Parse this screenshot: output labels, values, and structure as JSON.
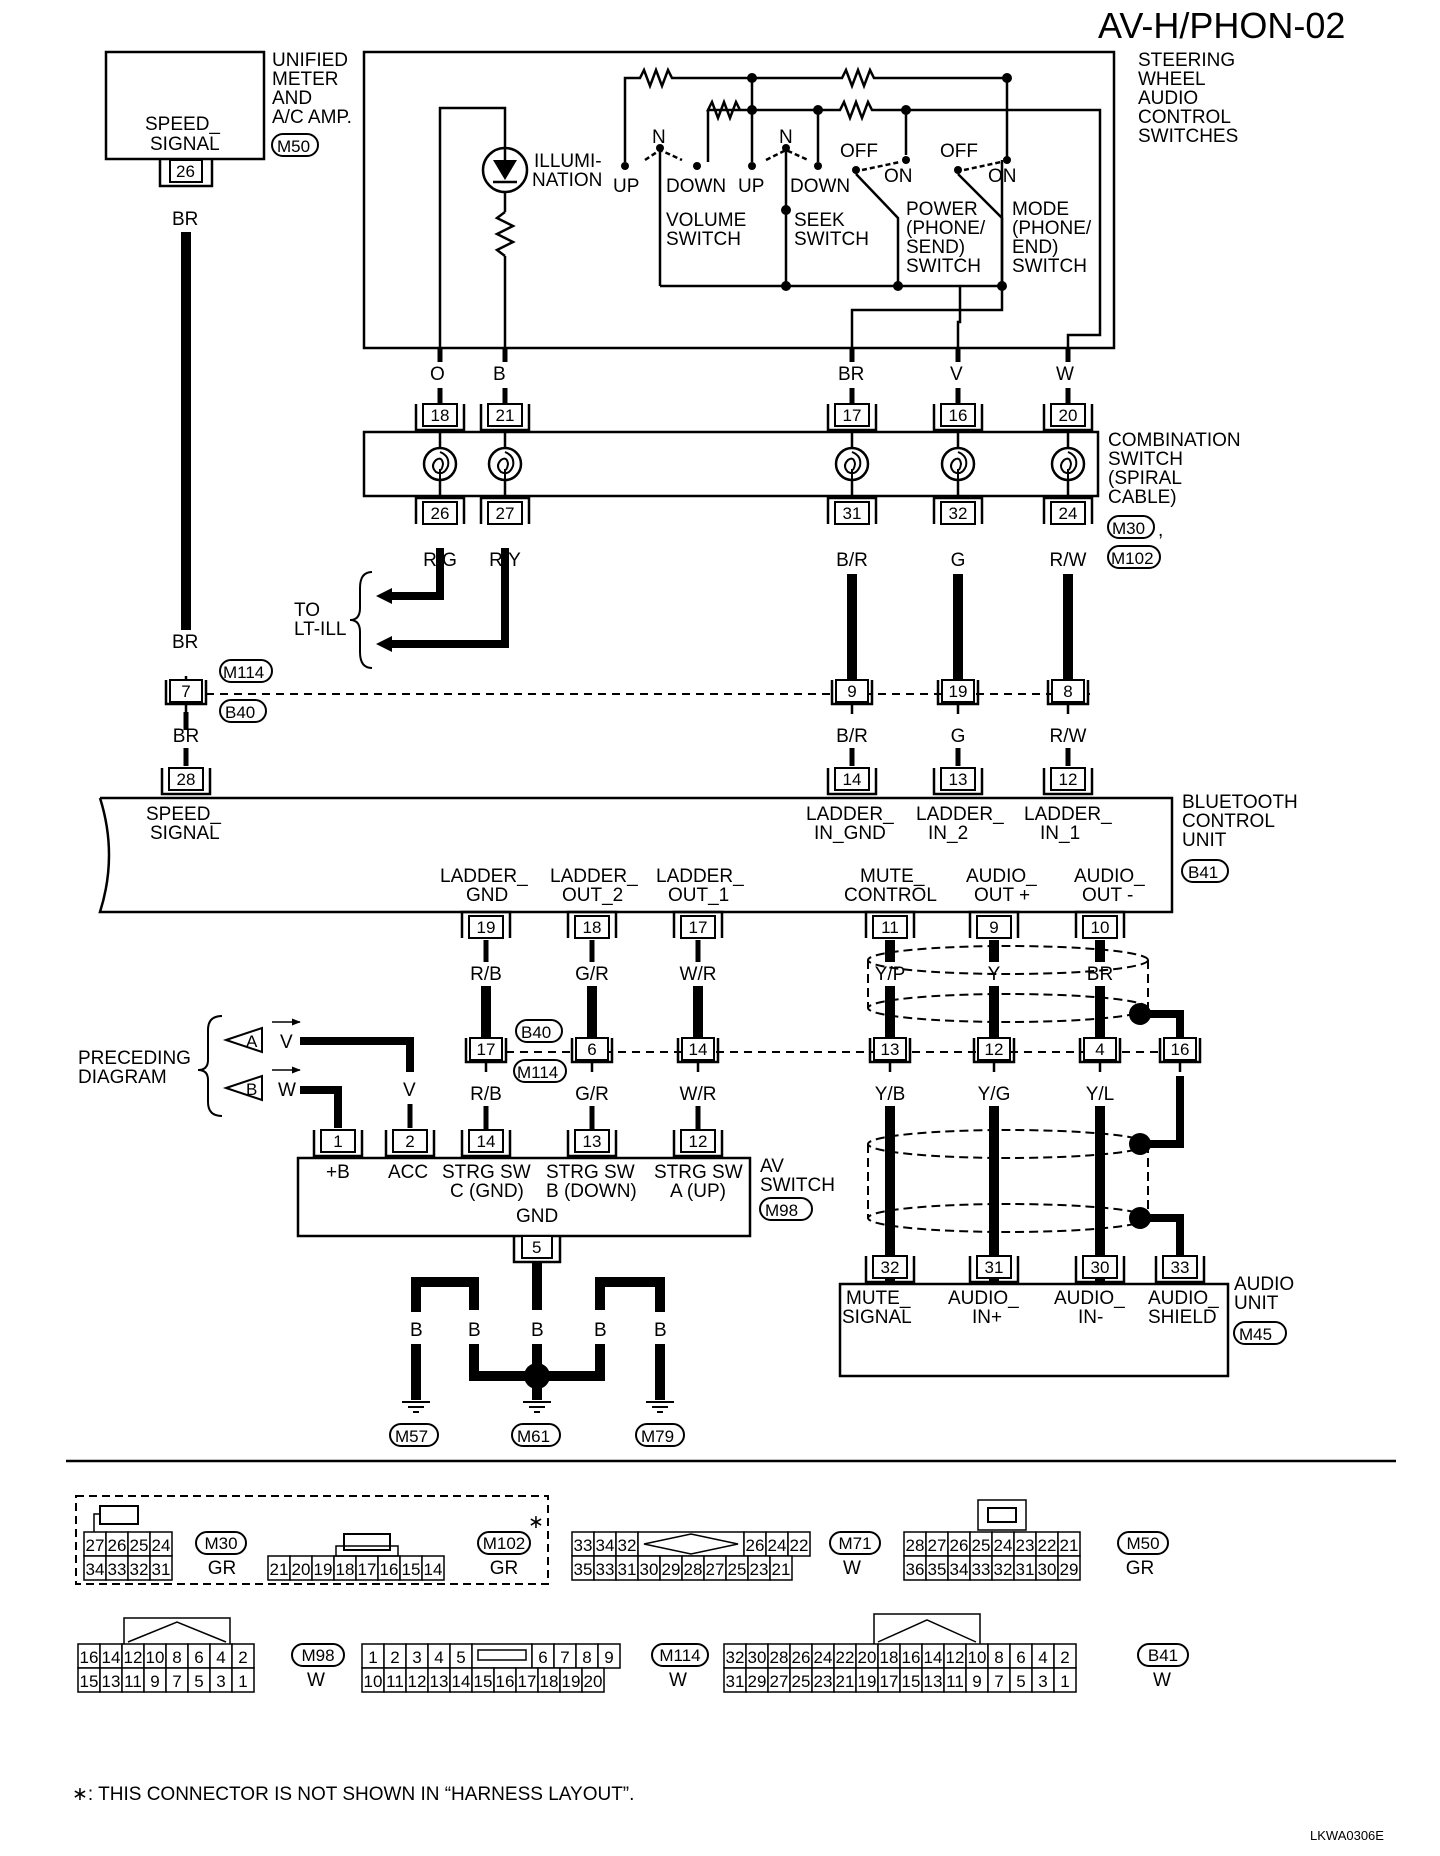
{
  "title": "AV-H/PHON-02",
  "footnote": "∗: THIS CONNECTOR IS NOT SHOWN IN “HARNESS LAYOUT”.",
  "code": "LKWA0306E",
  "meter": {
    "label_l1": "SPEED_",
    "label_l2": "SIGNAL",
    "pin": "26",
    "name_l1": "UNIFIED",
    "name_l2": "METER",
    "name_l3": "AND",
    "name_l4": "A/C AMP.",
    "conn": "M50",
    "wire": "BR"
  },
  "steering": {
    "name_l1": "STEERING",
    "name_l2": "WHEEL",
    "name_l3": "AUDIO",
    "name_l4": "CONTROL",
    "name_l5": "SWITCHES",
    "illum_l1": "ILLUMI-",
    "illum_l2": "NATION",
    "up": "UP",
    "down": "DOWN",
    "n": "N",
    "off": "OFF",
    "on": "ON",
    "volume_l1": "VOLUME",
    "volume_l2": "SWITCH",
    "seek_l1": "SEEK",
    "seek_l2": "SWITCH",
    "power_l1": "POWER",
    "power_l2": "(PHONE/",
    "power_l3": "SEND)",
    "power_l4": "SWITCH",
    "mode_l1": "MODE",
    "mode_l2": "(PHONE/",
    "mode_l3": "END)",
    "mode_l4": "SWITCH",
    "wires": [
      "O",
      "B",
      "BR",
      "V",
      "W"
    ]
  },
  "combination": {
    "name_l1": "COMBINATION",
    "name_l2": "SWITCH",
    "name_l3": "(SPIRAL",
    "name_l4": "CABLE)",
    "conn1": "M30",
    "comma": ",",
    "conn2": "M102",
    "top_pins": [
      "18",
      "21",
      "17",
      "16",
      "20"
    ],
    "bottom_pins": [
      "26",
      "27",
      "31",
      "32",
      "24"
    ],
    "bottom_wires": [
      "R/G",
      "R/Y",
      "B/R",
      "G",
      "R/W"
    ]
  },
  "to_lt_ill_l1": "TO",
  "to_lt_ill_l2": "LT-ILL",
  "joint1": {
    "conn1": "M114",
    "conn2": "B40",
    "pins": [
      "7",
      "9",
      "19",
      "8"
    ],
    "top_wire": "BR",
    "bottom_wires": [
      "BR",
      "B/R",
      "G",
      "R/W"
    ]
  },
  "bt": {
    "name_l1": "BLUETOOTH",
    "name_l2": "CONTROL",
    "name_l3": "UNIT",
    "conn": "B41",
    "top_pins": [
      "28",
      "14",
      "13",
      "12"
    ],
    "speed_l1": "SPEED_",
    "speed_l2": "SIGNAL",
    "lig_l1": "LADDER_",
    "lig_l2": "IN_GND",
    "li2_l1": "LADDER_",
    "li2_l2": "IN_2",
    "li1_l1": "LADDER_",
    "li1_l2": "IN_1",
    "lg_l1": "LADDER_",
    "lg_l2": "GND",
    "lo2_l1": "LADDER_",
    "lo2_l2": "OUT_2",
    "lo1_l1": "LADDER_",
    "lo1_l2": "OUT_1",
    "mute_l1": "MUTE_",
    "mute_l2": "CONTROL",
    "aop_l1": "AUDIO_",
    "aop_l2": "OUT +",
    "aom_l1": "AUDIO_",
    "aom_l2": "OUT -",
    "bottom_pins": [
      "19",
      "18",
      "17",
      "11",
      "9",
      "10"
    ],
    "bottom_wires": [
      "R/B",
      "G/R",
      "W/R",
      "Y/P",
      "Y",
      "BR"
    ]
  },
  "joint2": {
    "conn1": "B40",
    "conn2": "M114",
    "pins": [
      "17",
      "6",
      "14",
      "13",
      "12",
      "4",
      "16"
    ],
    "bottom_wires": [
      "R/B",
      "G/R",
      "W/R",
      "Y/B",
      "Y/G",
      "Y/L"
    ]
  },
  "preceding_l1": "PRECEDING",
  "preceding_l2": "DIAGRAM",
  "prec": {
    "a": "A",
    "b": "B",
    "wire_a": "V",
    "wire_b": "W"
  },
  "av": {
    "name_l1": "AV",
    "name_l2": "SWITCH",
    "conn": "M98",
    "pins": [
      "1",
      "2",
      "14",
      "13",
      "12"
    ],
    "plusb": "+B",
    "acc": "ACC",
    "wire_v": "V",
    "swc_l1": "STRG SW",
    "swc_l2": "C (GND)",
    "swb_l1": "STRG SW",
    "swb_l2": "B (DOWN)",
    "swa_l1": "STRG SW",
    "swa_l2": "A (UP)",
    "gnd": "GND",
    "gnd_pin": "5",
    "ground_wires": [
      "B",
      "B",
      "B",
      "B",
      "B"
    ],
    "grounds": [
      "M57",
      "M61",
      "M79"
    ]
  },
  "audio": {
    "name_l1": "AUDIO",
    "name_l2": "UNIT",
    "conn": "M45",
    "pins": [
      "32",
      "31",
      "30",
      "33"
    ],
    "mute_l1": "MUTE_",
    "mute_l2": "SIGNAL",
    "inp_l1": "AUDIO_",
    "inp_l2": "IN+",
    "inm_l1": "AUDIO_",
    "inm_l2": "IN-",
    "sh_l1": "AUDIO_",
    "sh_l2": "SHIELD"
  },
  "connectors": {
    "m30": {
      "id": "M30",
      "color": "GR",
      "row1": [
        "27",
        "26",
        "25",
        "24"
      ],
      "row2": [
        "34",
        "33",
        "32",
        "31"
      ]
    },
    "m102": {
      "id": "M102",
      "color": "GR",
      "row": [
        "21",
        "20",
        "19",
        "18",
        "17",
        "16",
        "15",
        "14"
      ],
      "star": "∗"
    },
    "m71": {
      "id": "M71",
      "color": "W",
      "row1l": [
        "33",
        "34",
        "32"
      ],
      "row1r": [
        "26",
        "24",
        "22"
      ],
      "row2": [
        "35",
        "33",
        "31",
        "30",
        "29",
        "28",
        "27",
        "25",
        "23",
        "21"
      ]
    },
    "m50": {
      "id": "M50",
      "color": "GR",
      "row1": [
        "28",
        "27",
        "26",
        "25",
        "24",
        "23",
        "22",
        "21"
      ],
      "row2": [
        "36",
        "35",
        "34",
        "33",
        "32",
        "31",
        "30",
        "29"
      ]
    },
    "m98": {
      "id": "M98",
      "color": "W",
      "row1": [
        "16",
        "14",
        "12",
        "10",
        "8",
        "6",
        "4",
        "2"
      ],
      "row2": [
        "15",
        "13",
        "11",
        "9",
        "7",
        "5",
        "3",
        "1"
      ]
    },
    "m114": {
      "id": "M114",
      "color": "W",
      "row1l": [
        "1",
        "2",
        "3",
        "4",
        "5"
      ],
      "row1r": [
        "6",
        "7",
        "8",
        "9"
      ],
      "row2": [
        "10",
        "11",
        "12",
        "13",
        "14",
        "15",
        "16",
        "17",
        "18",
        "19",
        "20"
      ]
    },
    "b41": {
      "id": "B41",
      "color": "W",
      "row1": [
        "32",
        "30",
        "28",
        "26",
        "24",
        "22",
        "20",
        "18",
        "16",
        "14",
        "12",
        "10",
        "8",
        "6",
        "4",
        "2"
      ],
      "row2": [
        "31",
        "29",
        "27",
        "25",
        "23",
        "21",
        "19",
        "17",
        "15",
        "13",
        "11",
        "9",
        "7",
        "5",
        "3",
        "1"
      ]
    }
  }
}
